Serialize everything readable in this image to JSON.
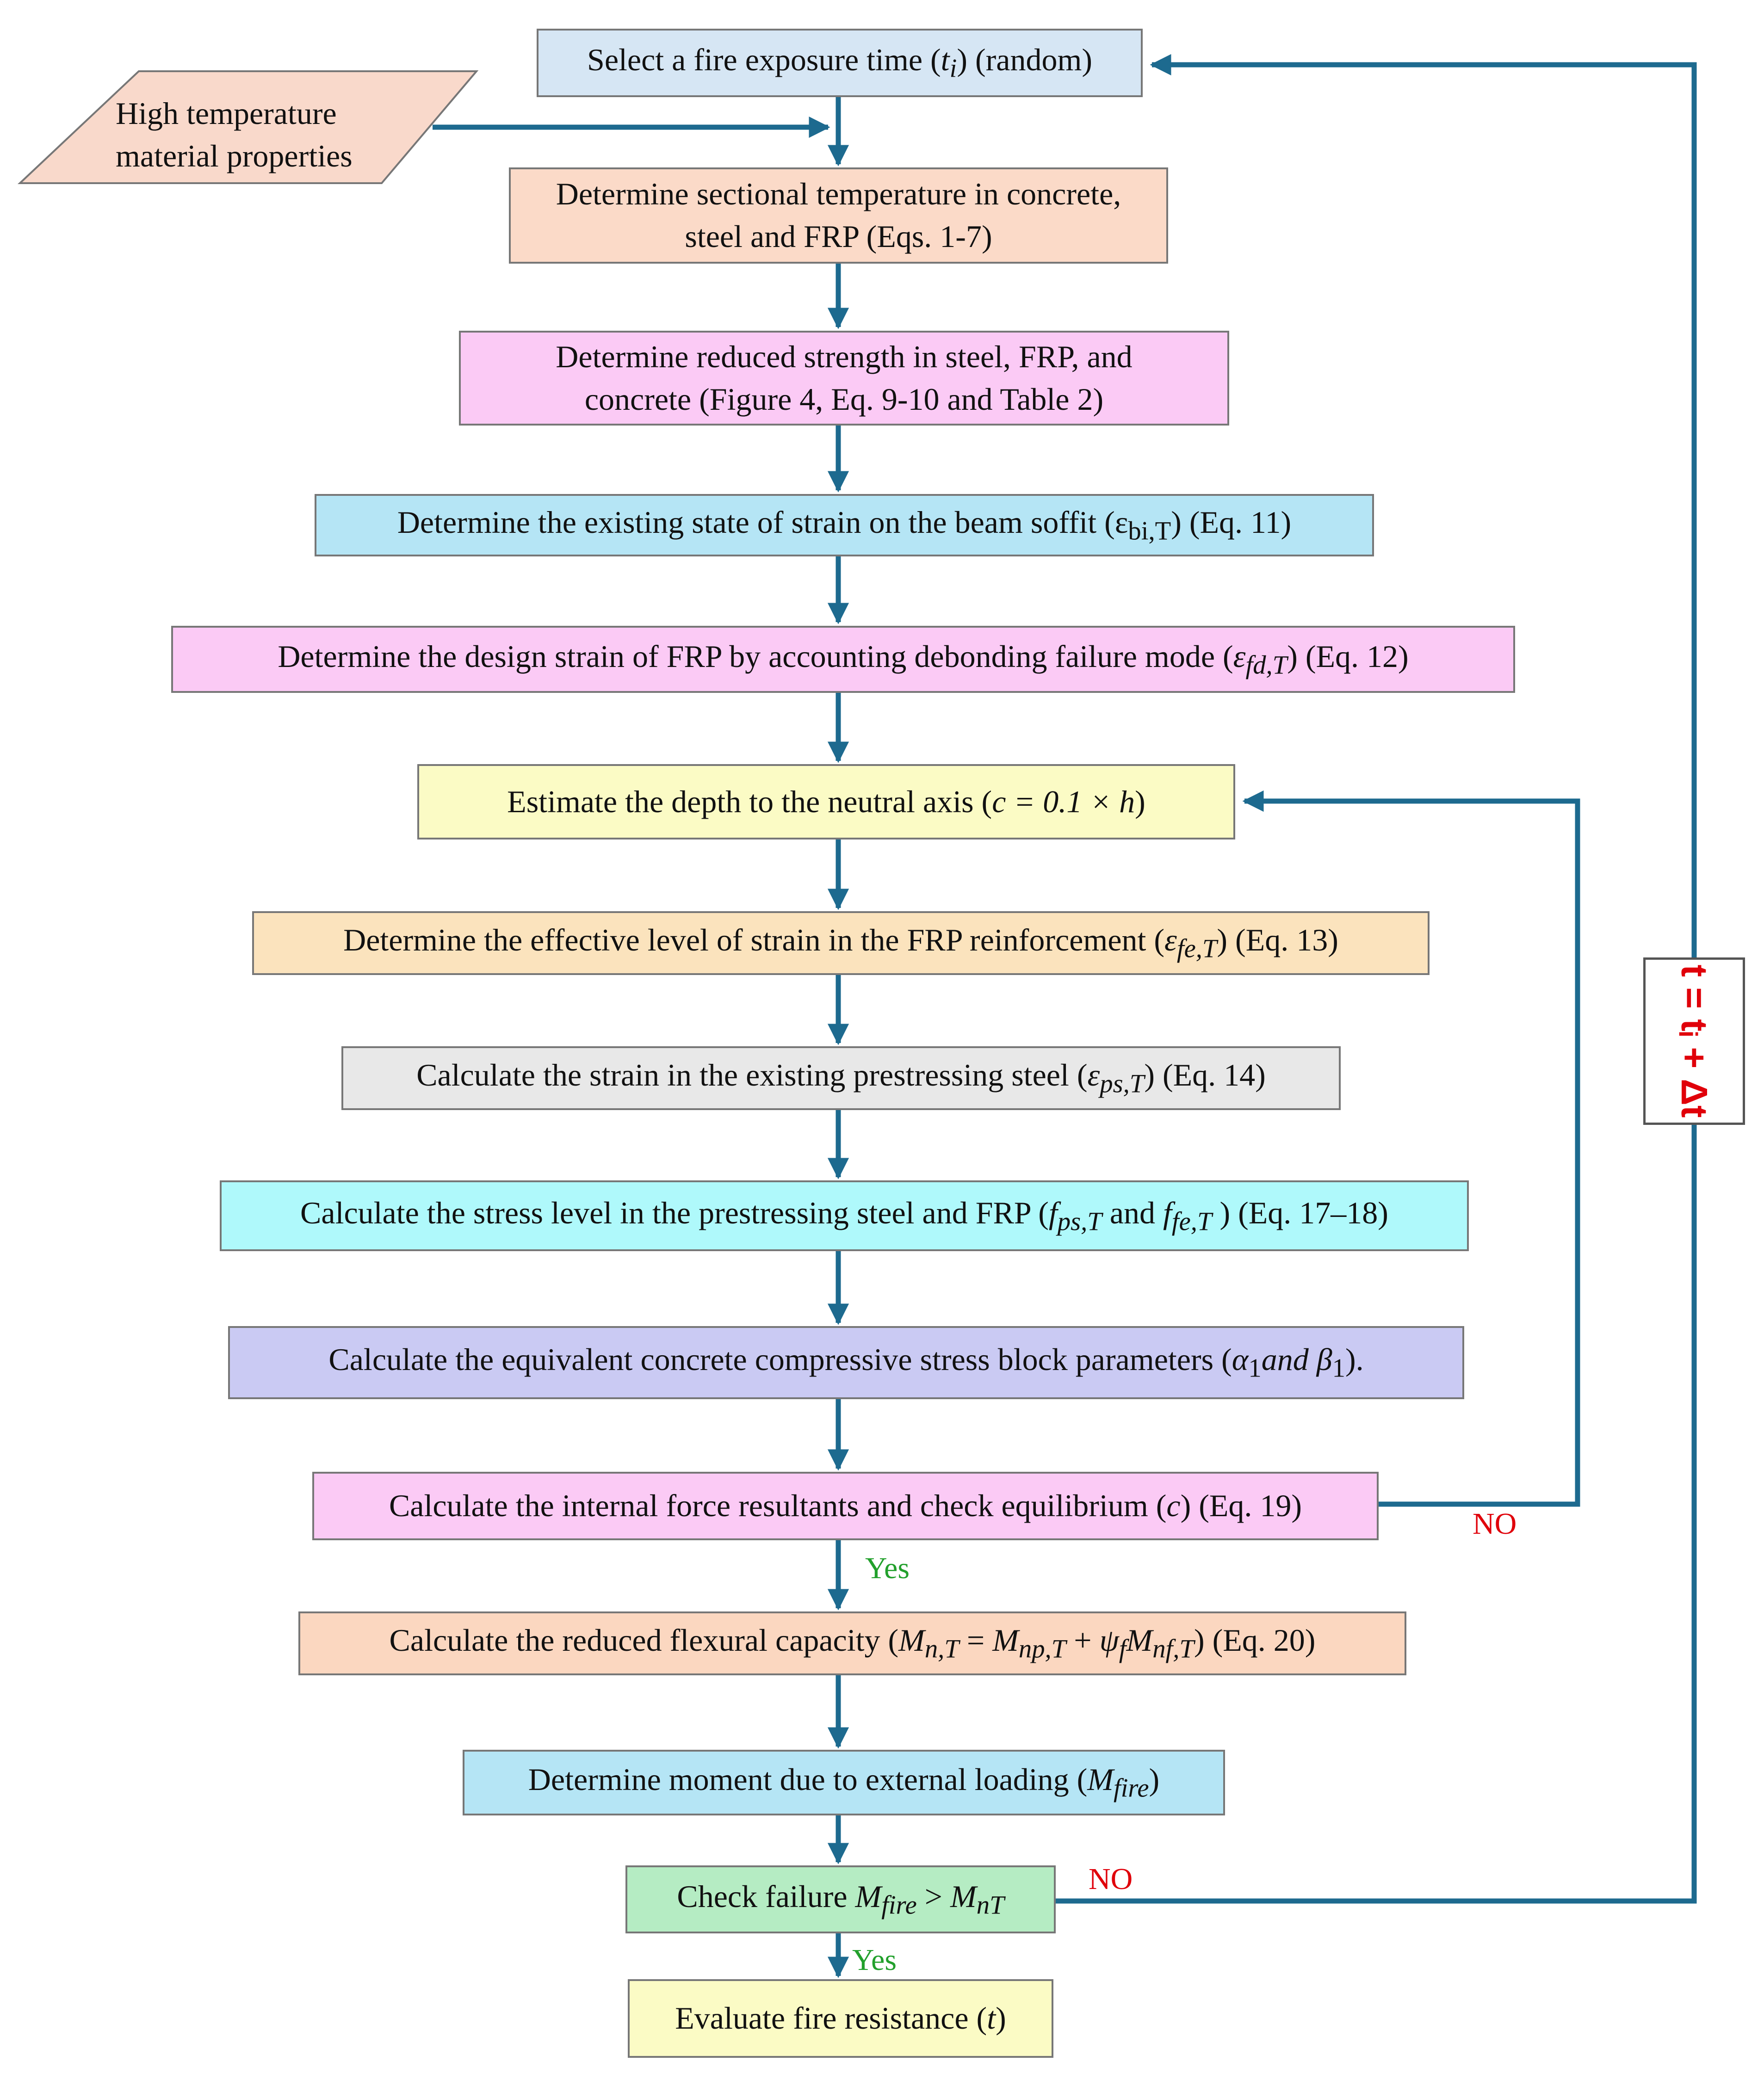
{
  "input": {
    "line1": "High temperature",
    "line2": "material properties"
  },
  "steps": {
    "s1": {
      "a": "Select a fire exposure time (",
      "v": "t",
      "sub": "i",
      "b": ") (random)"
    },
    "s2": {
      "line1": "Determine sectional temperature in concrete,",
      "line2": "steel and FRP (Eqs. 1-7)"
    },
    "s3": {
      "line1": "Determine reduced strength in  steel, FRP, and",
      "line2": "concrete (Figure 4, Eq. 9-10  and Table 2)"
    },
    "s4": {
      "a": "Determine the existing state of strain on the beam soffit (",
      "v": "ε",
      "sub": "bi,T",
      "b": ") (Eq. 11)"
    },
    "s5": {
      "a": "Determine the design strain of FRP by accounting debonding failure mode (",
      "v": "ε",
      "sub": "fd,T",
      "b": ") (Eq. 12)"
    },
    "s6": {
      "a": "Estimate the depth to the neutral axis (",
      "expr": "c = 0.1 × h",
      "b": ")"
    },
    "s7": {
      "a": "Determine the effective level of strain in the FRP reinforcement (",
      "v": "ε",
      "sub": "fe,T",
      "b": ") (Eq. 13)"
    },
    "s8": {
      "a": "Calculate the strain in the existing prestressing steel (",
      "v": "ε",
      "sub": "ps,T",
      "b": ") (Eq. 14)"
    },
    "s9": {
      "a": "Calculate the stress level in the prestressing steel and FRP (",
      "v1": "f",
      "sub1": "ps,T",
      "mid": " and ",
      "v2": "f",
      "sub2": "fe,T",
      "b": " ) (Eq. 17–18)"
    },
    "s10": {
      "a": "Calculate the equivalent concrete compressive stress block parameters (",
      "v1": "α",
      "sub1": "1",
      "mid": "and ",
      "v2": "β",
      "sub2": "1",
      "b": ")."
    },
    "s11": {
      "a": "Calculate the internal force resultants and check equilibrium (",
      "v": "c",
      "b": ") (Eq. 19)"
    },
    "s12": {
      "a": "Calculate the reduced flexural capacity (",
      "v1": "M",
      "sub1": "n,T",
      "eq": " = ",
      "v2": "M",
      "sub2": "np,T",
      "plus": " + ",
      "v3": "ψ",
      "sub3": "f",
      "v4": "M",
      "sub4": "nf,T",
      "b": ") (Eq. 20)"
    },
    "s13": {
      "a": "Determine moment due to external loading (",
      "v": "M",
      "sub": "fire",
      "b": ")"
    },
    "s14": {
      "a": "Check failure ",
      "v1": "M",
      "sub1": "fire",
      "gt": " > ",
      "v2": "M",
      "sub2": "nT"
    },
    "s15": {
      "a": "Evaluate fire resistance (",
      "v": "t",
      "b": ")"
    }
  },
  "branch_labels": {
    "no_inner": "NO",
    "no_outer": "NO",
    "yes_1": "Yes",
    "yes_2": "Yes"
  },
  "loop_label": "t = tᵢ + Δt",
  "colors": {
    "arrow": "#1d6a8f",
    "no": "#e0000a",
    "yes": "#22a02c",
    "s1": "#d6e6f4",
    "input": "#f9d9cb",
    "s2": "#fbdac8",
    "s3": "#fbcaf5",
    "s4": "#b5e5f5",
    "s5": "#fbcaf5",
    "s6": "#fbfbc5",
    "s7": "#fbe3bd",
    "s8": "#e8e8e8",
    "s9": "#aff9fb",
    "s10": "#cacaf3",
    "s11": "#fbcaf5",
    "s12": "#fbd7c0",
    "s13": "#b5e5f5",
    "s14": "#b5ecc3",
    "s15": "#fbfbc5"
  }
}
